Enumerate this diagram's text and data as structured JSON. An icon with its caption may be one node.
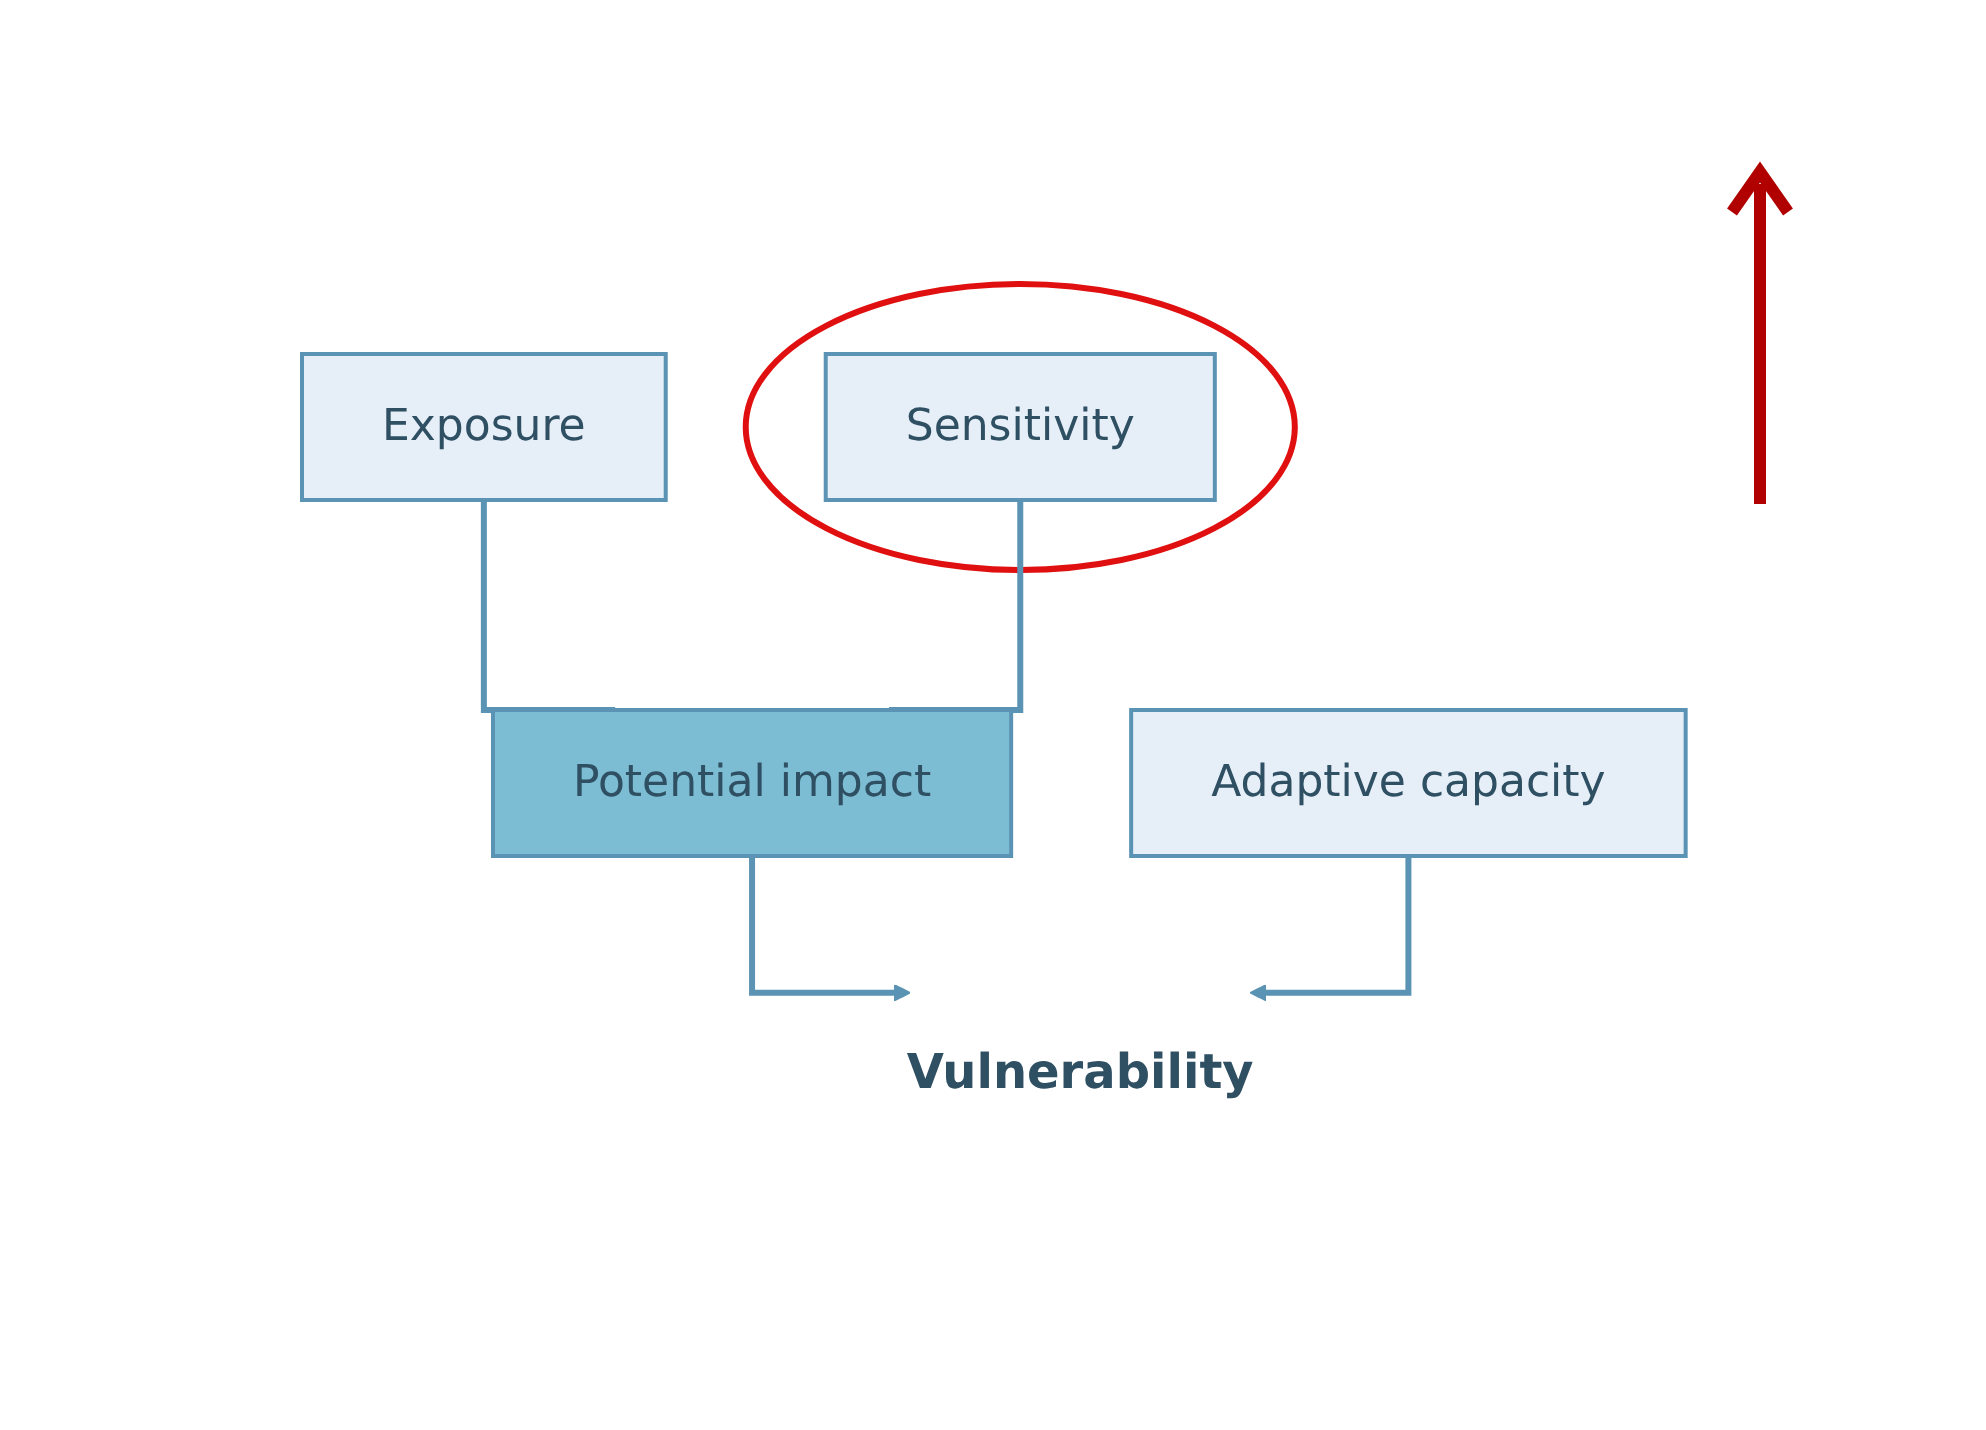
{
  "diagram": {
    "nodes": [
      {
        "text": [
          "Exposure"
        ]
      },
      {
        "text": [],
        "shape": "circle"
      },
      {
        "text": [
          "Sensitivity"
        ],
        "in": 1
      },
      {
        "text": [
          "Potential impact"
        ]
      },
      {
        "text": [
          "Adaptive capacity"
        ]
      },
      {
        "text": [
          "Vulnerability"
        ]
      }
    ],
    "edges": [
      {
        "from": 0,
        "to": 3,
        "arrow": "none"
      },
      {
        "from": 2,
        "to": 3,
        "arrow": "none"
      },
      {
        "from": 3,
        "to": 5,
        "arrow": "to"
      },
      {
        "from": 4,
        "to": 5,
        "arrow": "to"
      }
    ]
  }
}
